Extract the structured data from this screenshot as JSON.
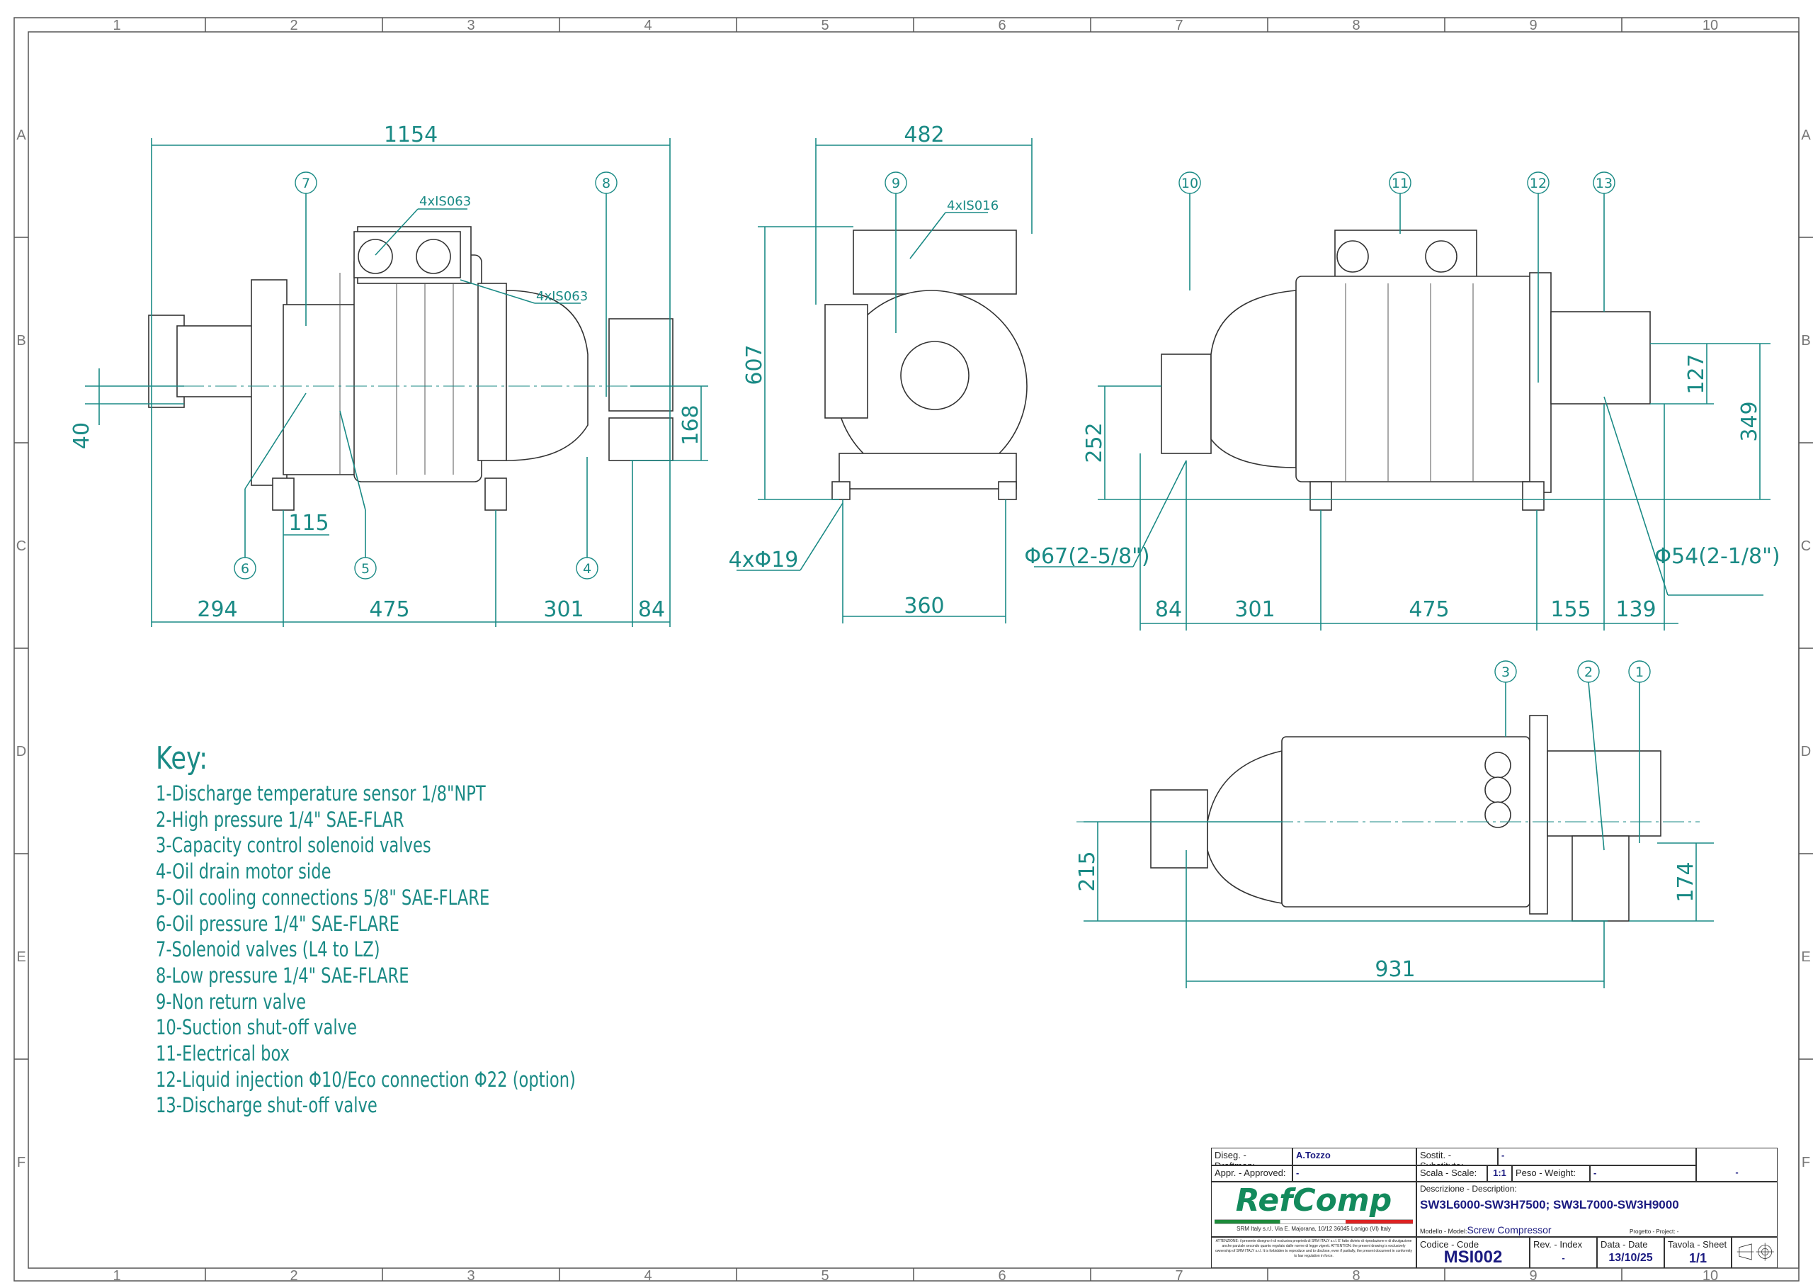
{
  "frame": {
    "columns": [
      "1",
      "2",
      "3",
      "4",
      "5",
      "6",
      "7",
      "8",
      "9",
      "10"
    ],
    "rows": [
      "A",
      "B",
      "C",
      "D",
      "E",
      "F"
    ]
  },
  "views": {
    "side_left": {
      "overall": "1154",
      "bottom": [
        "294",
        "475",
        "301",
        "84"
      ],
      "offset_115": "115",
      "height_40": "40",
      "height_168": "168",
      "note_box": "4xIS063",
      "note_mount": "4xIS063",
      "balloons": [
        "7",
        "8",
        "6",
        "5",
        "4"
      ]
    },
    "front": {
      "width": "482",
      "height": "607",
      "base": "360",
      "feet": "4xΦ19",
      "note": "4xIS016",
      "balloons": [
        "9"
      ]
    },
    "side_right": {
      "h252": "252",
      "h127": "127",
      "h349": "349",
      "suction": "Φ67(2-5/8\")",
      "discharge": "Φ54(2-1/8\")",
      "bottom": [
        "84",
        "301",
        "475",
        "155",
        "139"
      ],
      "balloons": [
        "10",
        "11",
        "12",
        "13"
      ]
    },
    "top": {
      "h215": "215",
      "h174": "174",
      "length": "931",
      "balloons": [
        "3",
        "2",
        "1"
      ]
    }
  },
  "key": {
    "title": "Key:",
    "items": [
      "1-Discharge temperature sensor 1/8\"NPT",
      "2-High pressure 1/4\" SAE-FLAR",
      "3-Capacity control solenoid valves",
      "4-Oil drain motor side",
      "5-Oil cooling connections 5/8\" SAE-FLARE",
      "6-Oil pressure 1/4\" SAE-FLARE",
      "7-Solenoid valves  (L4 to LZ)",
      "8-Low pressure 1/4\" SAE-FLARE",
      "9-Non return valve",
      "10-Suction shut-off valve",
      "11-Electrical box",
      "12-Liquid injection Φ10/Eco connection Φ22 (option)",
      "13-Discharge shut-off valve"
    ]
  },
  "title_block": {
    "draftsman_label": "Diseg. - Draftman:",
    "draftsman": "A.Tozzo",
    "substitute_label": "Sostit. - Substitute:",
    "substitute": "-",
    "approved_label": "Appr. - Approved:",
    "approved": "-",
    "scale_label": "Scala - Scale:",
    "scale": "1:1",
    "weight_label": "Peso - Weight:",
    "weight": "-",
    "extra": "-",
    "logo": "RefComp",
    "company": "SRM Italy s.r.l.  Via E. Majorana, 10/12 36045 Lonigo (VI) Italy",
    "notice": "ATTENZIONE: il presente disegno è di esclusiva proprietà di SRM ITALY s.r.l. E' fatto divieto di riproduzione e di divulgazione anche parziale secondo quanto regolato dalle norme di legge vigenti. ATTENTION: the present drawing is exclusively ownership of SRM ITALY s.r.l. It is forbidden to reproduce and to disclose, even if partially, the present document in conformity to law regulation in force.",
    "description_label": "Descrizione - Description:",
    "description": "SW3L6000-SW3H7500; SW3L7000-SW3H9000",
    "model_label": "Modello - Model:",
    "model": "Screw Compressor",
    "project_label": "Progetto - Project:",
    "project": "-",
    "code_label": "Codice - Code",
    "code": "MSI002",
    "rev_label": "Rev. - Index",
    "rev": "-",
    "date_label": "Data - Date",
    "date": "13/10/25",
    "sheet_label": "Tavola - Sheet",
    "sheet": "1/1"
  }
}
